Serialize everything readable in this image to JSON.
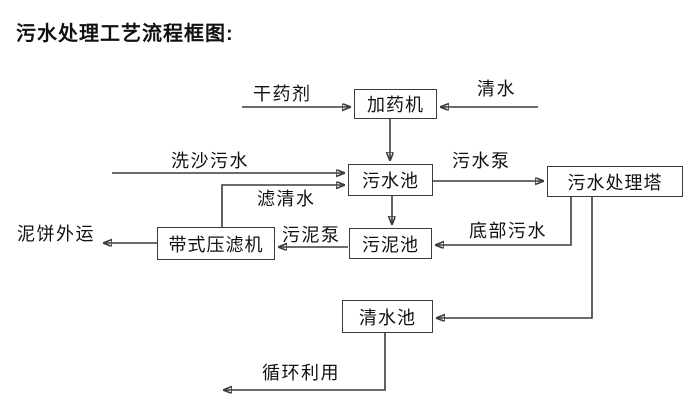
{
  "title": "污水处理工艺流程框图:",
  "nodes": {
    "dosing_machine": "加药机",
    "sewage_pool": "污水池",
    "sewage_treatment_tower": "污水处理塔",
    "sludge_pool": "污泥池",
    "belt_filter_press": "带式压滤机",
    "clear_water_pool": "清水池"
  },
  "labels": {
    "dry_chemical": "干药剂",
    "clear_water": "清水",
    "sand_washing_sewage": "洗沙污水",
    "filtered_water": "滤清水",
    "sewage_pump": "污水泵",
    "sludge_pump": "污泥泵",
    "bottom_sewage": "底部污水",
    "mud_cake_outbound": "泥饼外运",
    "recycling": "循环利用"
  },
  "edges": [
    {
      "source": "干药剂",
      "target": "加药机"
    },
    {
      "source": "清水",
      "target": "加药机"
    },
    {
      "source": "加药机",
      "target": "污水池"
    },
    {
      "source": "洗沙污水",
      "target": "污水池"
    },
    {
      "source": "带式压滤机",
      "target": "污水池",
      "label": "滤清水"
    },
    {
      "source": "污水池",
      "target": "污水处理塔",
      "label": "污水泵"
    },
    {
      "source": "污水池",
      "target": "污泥池"
    },
    {
      "source": "污水处理塔",
      "target": "污泥池",
      "label": "底部污水"
    },
    {
      "source": "污水处理塔",
      "target": "清水池"
    },
    {
      "source": "污泥池",
      "target": "带式压滤机",
      "label": "污泥泵"
    },
    {
      "source": "带式压滤机",
      "target": "泥饼外运"
    },
    {
      "source": "清水池",
      "target": "循环利用"
    }
  ],
  "colors": {
    "line": "#3c3c3c",
    "text": "#111111",
    "node_border": "#3c3c3c",
    "background": "#ffffff"
  }
}
